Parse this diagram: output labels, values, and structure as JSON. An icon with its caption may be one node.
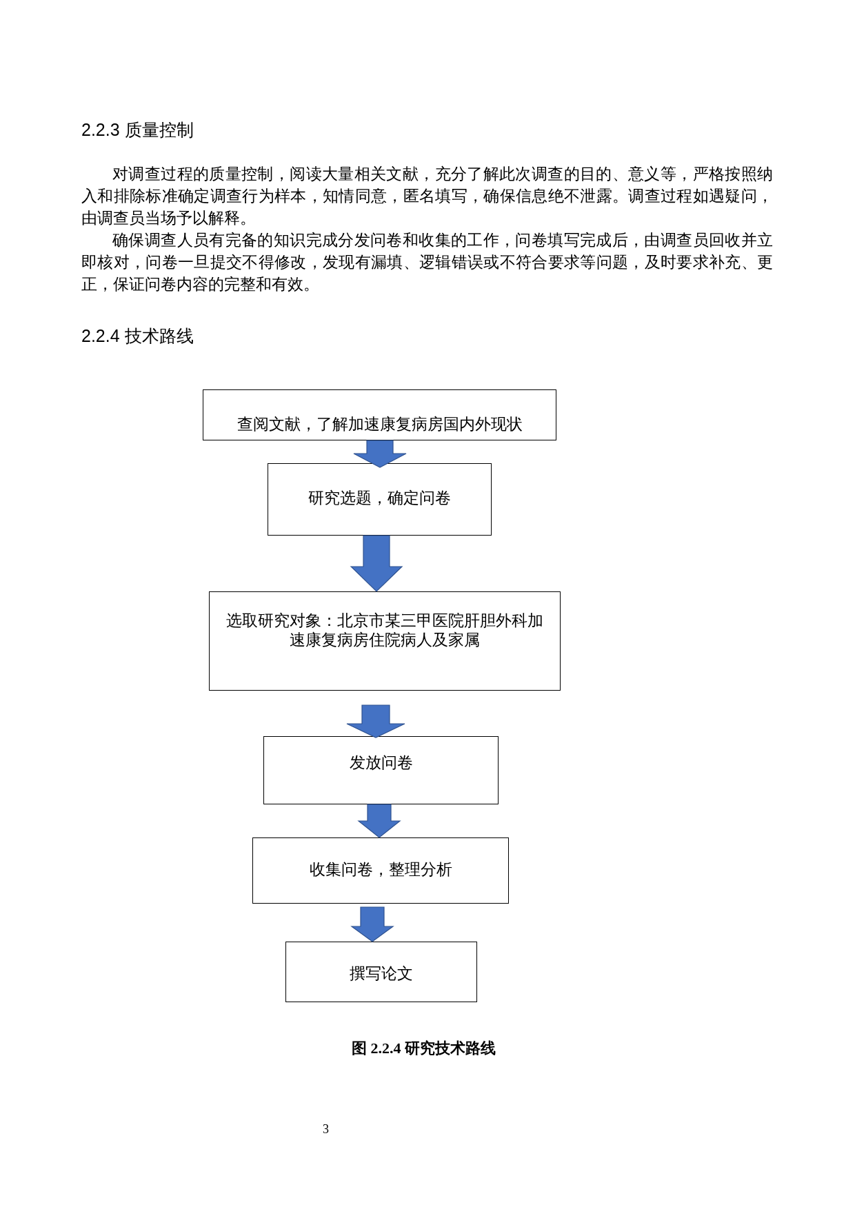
{
  "diagram": {
    "caption": "图 2.2.4 研究技术路线",
    "nodes": [
      {
        "text": [
          "查阅文献，了解加速康复病房国内外现状"
        ]
      },
      {
        "text": [
          "研究选题，确定问卷"
        ]
      },
      {
        "text": [
          "选取研究对象：北京市某三甲医院肝胆外科加速康复病房住院病人及家属"
        ]
      },
      {
        "text": [
          "发放问卷"
        ]
      },
      {
        "text": [
          "收集问卷，整理分析"
        ]
      },
      {
        "text": [
          "撰写论文"
        ]
      }
    ],
    "edges": [
      {
        "from": 0,
        "to": 1,
        "arrow": "to"
      },
      {
        "from": 1,
        "to": 2,
        "arrow": "to"
      },
      {
        "from": 2,
        "to": 3,
        "arrow": "to"
      },
      {
        "from": 3,
        "to": 4,
        "arrow": "to"
      },
      {
        "from": 4,
        "to": 5,
        "arrow": "to"
      }
    ],
    "labels": [
      "2.2.3 质量控制",
      "对调查过程的质量控制，阅读大量相关文献，充分了解此次调查的目的、意义等，严格按照纳入和排除标准确定调查行为样本，知情同意，匿名填写，确保信息绝不泄露。调查过程如遇疑问，由调查员当场予以解释。",
      "确保调查人员有完备的知识完成分发问卷和收集的工作，问卷填写完成后，由调查员回收并立即核对，问卷一旦提交不得修改，发现有漏填、逻辑错误或不符合要求等问题，及时要求补充、更正，保证问卷内容的完整和有效。",
      "2.2.4 技术路线",
      "3"
    ]
  }
}
